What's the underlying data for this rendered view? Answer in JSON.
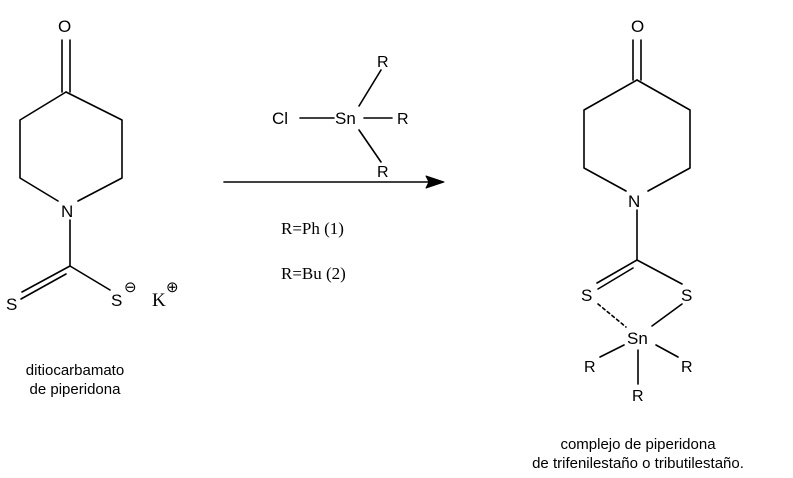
{
  "reactant": {
    "atoms": {
      "oxygen": "O",
      "nitrogen": "N",
      "sulfur_left": "S",
      "sulfur_right": "S",
      "potassium": "K"
    },
    "charges": {
      "anion": "⊖",
      "cation": "⊕"
    },
    "caption_line1": "ditiocarbamato",
    "caption_line2": "de piperidona"
  },
  "reagent": {
    "chlorine": "Cl",
    "tin": "Sn",
    "substituent_top": "R",
    "substituent_right": "R",
    "substituent_bottom": "R"
  },
  "conditions": {
    "line1": "R=Ph (1)",
    "line2": "R=Bu (2)"
  },
  "product": {
    "atoms": {
      "oxygen": "O",
      "nitrogen": "N",
      "sulfur_left": "S",
      "sulfur_right": "S",
      "tin": "Sn"
    },
    "substituents": {
      "left": "R",
      "right": "R",
      "bottom": "R"
    },
    "caption_line1": "complejo de piperidona",
    "caption_line2": "de trifenilestaño o tributilestaño."
  }
}
